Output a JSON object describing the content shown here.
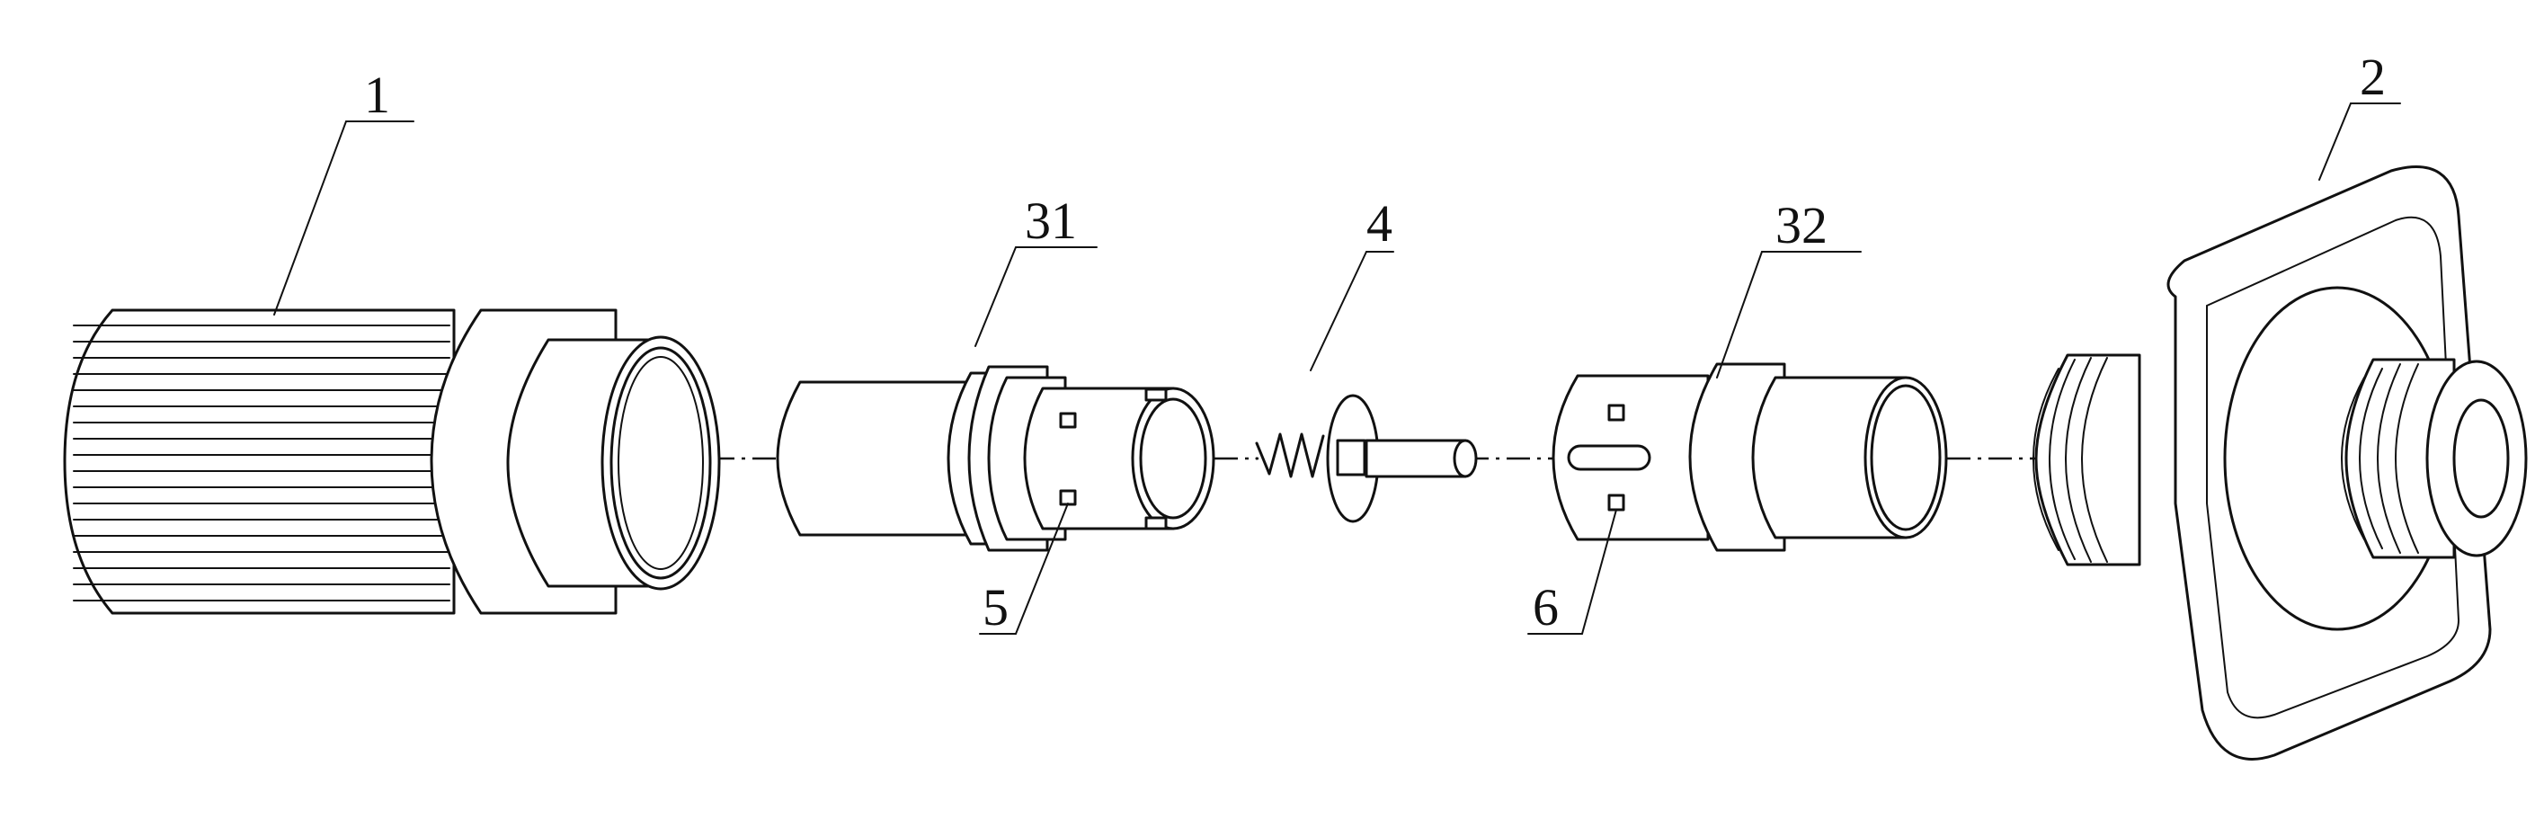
{
  "labels": {
    "part_1": "1",
    "part_2": "2",
    "part_31": "31",
    "part_4": "4",
    "part_32": "32",
    "part_5": "5",
    "part_6": "6"
  }
}
